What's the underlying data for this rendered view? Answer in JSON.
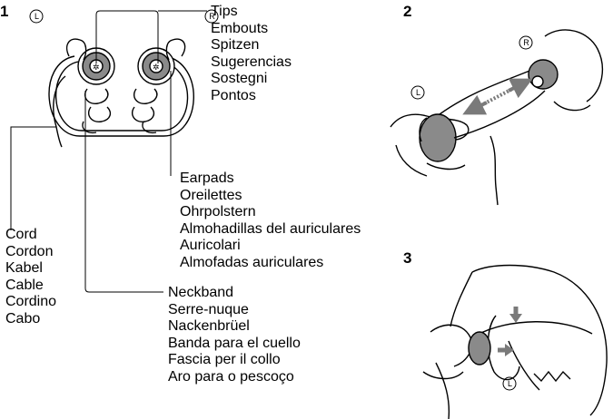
{
  "steps": [
    "1",
    "2",
    "3"
  ],
  "side_markers": {
    "left": "L",
    "right": "R"
  },
  "labels": {
    "tips": [
      "Tips",
      "Embouts",
      "Spitzen",
      "Sugerencias",
      "Sostegni",
      "Pontos"
    ],
    "earpads": [
      "Earpads",
      "Oreilettes",
      "Ohrpolstern",
      "Almohadillas del auriculares",
      "Auricolari",
      "Almofadas auriculares"
    ],
    "cord": [
      "Cord",
      "Cordon",
      "Kabel",
      "Cable",
      "Cordino",
      "Cabo"
    ],
    "neckband": [
      "Neckband",
      "Serre-nuque",
      "Nackenbrüel",
      "Banda para el cuello",
      "Fascia per il collo",
      "Aro para o pescoço"
    ]
  },
  "colors": {
    "line": "#000000",
    "earpiece_gray": "#8a8a8a",
    "arrow_gray": "#7a7a7a"
  }
}
